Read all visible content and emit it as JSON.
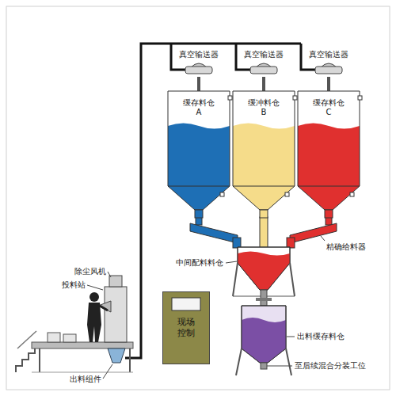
{
  "diagram": {
    "nodes": [
      {
        "text": [
          "真空输送器"
        ]
      },
      {
        "text": [
          "真空输送器"
        ]
      },
      {
        "text": [
          "真空输送器"
        ]
      },
      {
        "text": [
          "缓存料仓 A"
        ]
      },
      {
        "text": [
          "缓冲料仓 B"
        ]
      },
      {
        "text": [
          "缓存料仓 C"
        ]
      },
      {
        "text": [
          "现场控制"
        ]
      }
    ],
    "edges": [
      {
        "from": 0,
        "to": 3,
        "arrow": "none"
      },
      {
        "from": 1,
        "to": 4,
        "arrow": "none"
      },
      {
        "from": 2,
        "to": 5,
        "arrow": "none"
      }
    ],
    "labels": [
      "精确给料器",
      "中间配料料仓",
      "除尘风机",
      "投料站",
      "出料缓存料仓",
      "至后续混合分装工位",
      "出料组件"
    ]
  }
}
